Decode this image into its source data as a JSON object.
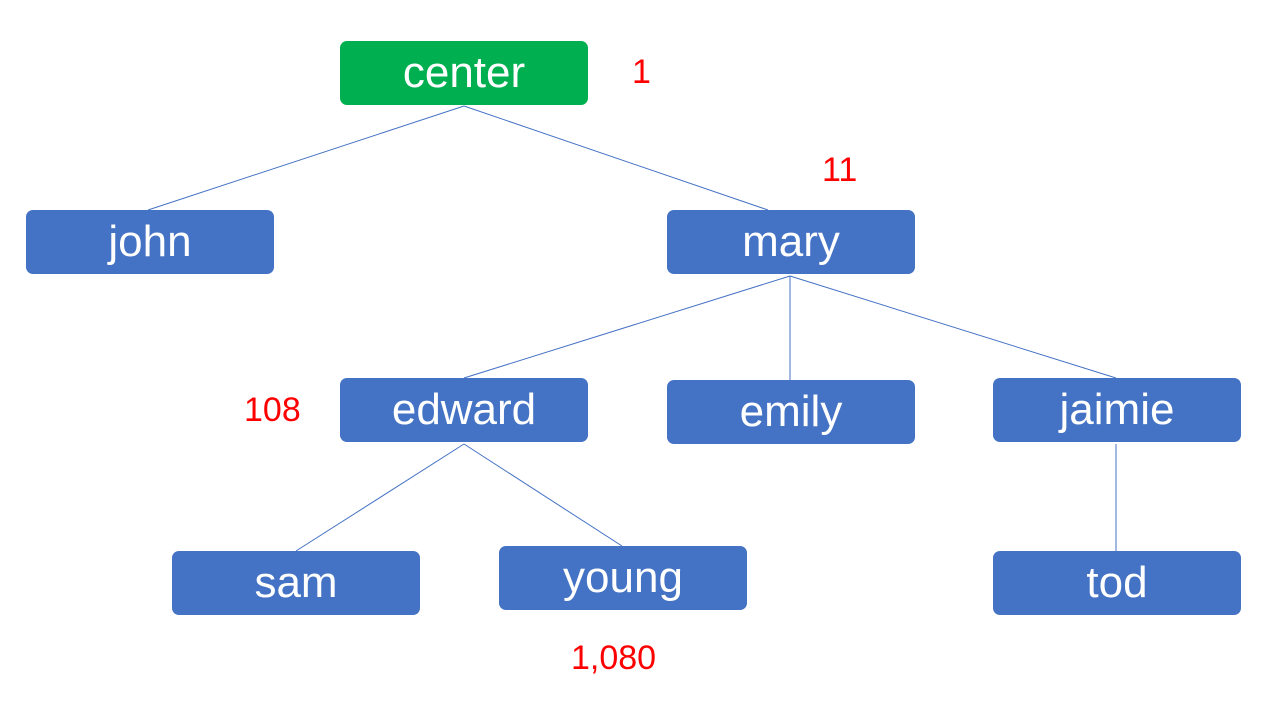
{
  "colors": {
    "root_fill": "#00b050",
    "node_fill": "#4472c4",
    "edge": "#4472c4",
    "annotation": "#ff0000",
    "node_text": "#ffffff"
  },
  "nodes": {
    "center": "center",
    "john": "john",
    "mary": "mary",
    "edward": "edward",
    "emily": "emily",
    "jaimie": "jaimie",
    "sam": "sam",
    "young": "young",
    "tod": "tod"
  },
  "edges": [
    [
      "center",
      "john"
    ],
    [
      "center",
      "mary"
    ],
    [
      "mary",
      "edward"
    ],
    [
      "mary",
      "emily"
    ],
    [
      "mary",
      "jaimie"
    ],
    [
      "edward",
      "sam"
    ],
    [
      "edward",
      "young"
    ],
    [
      "jaimie",
      "tod"
    ]
  ],
  "annotations": {
    "center": "1",
    "mary": "11",
    "edward": "108",
    "young": "1,080"
  }
}
